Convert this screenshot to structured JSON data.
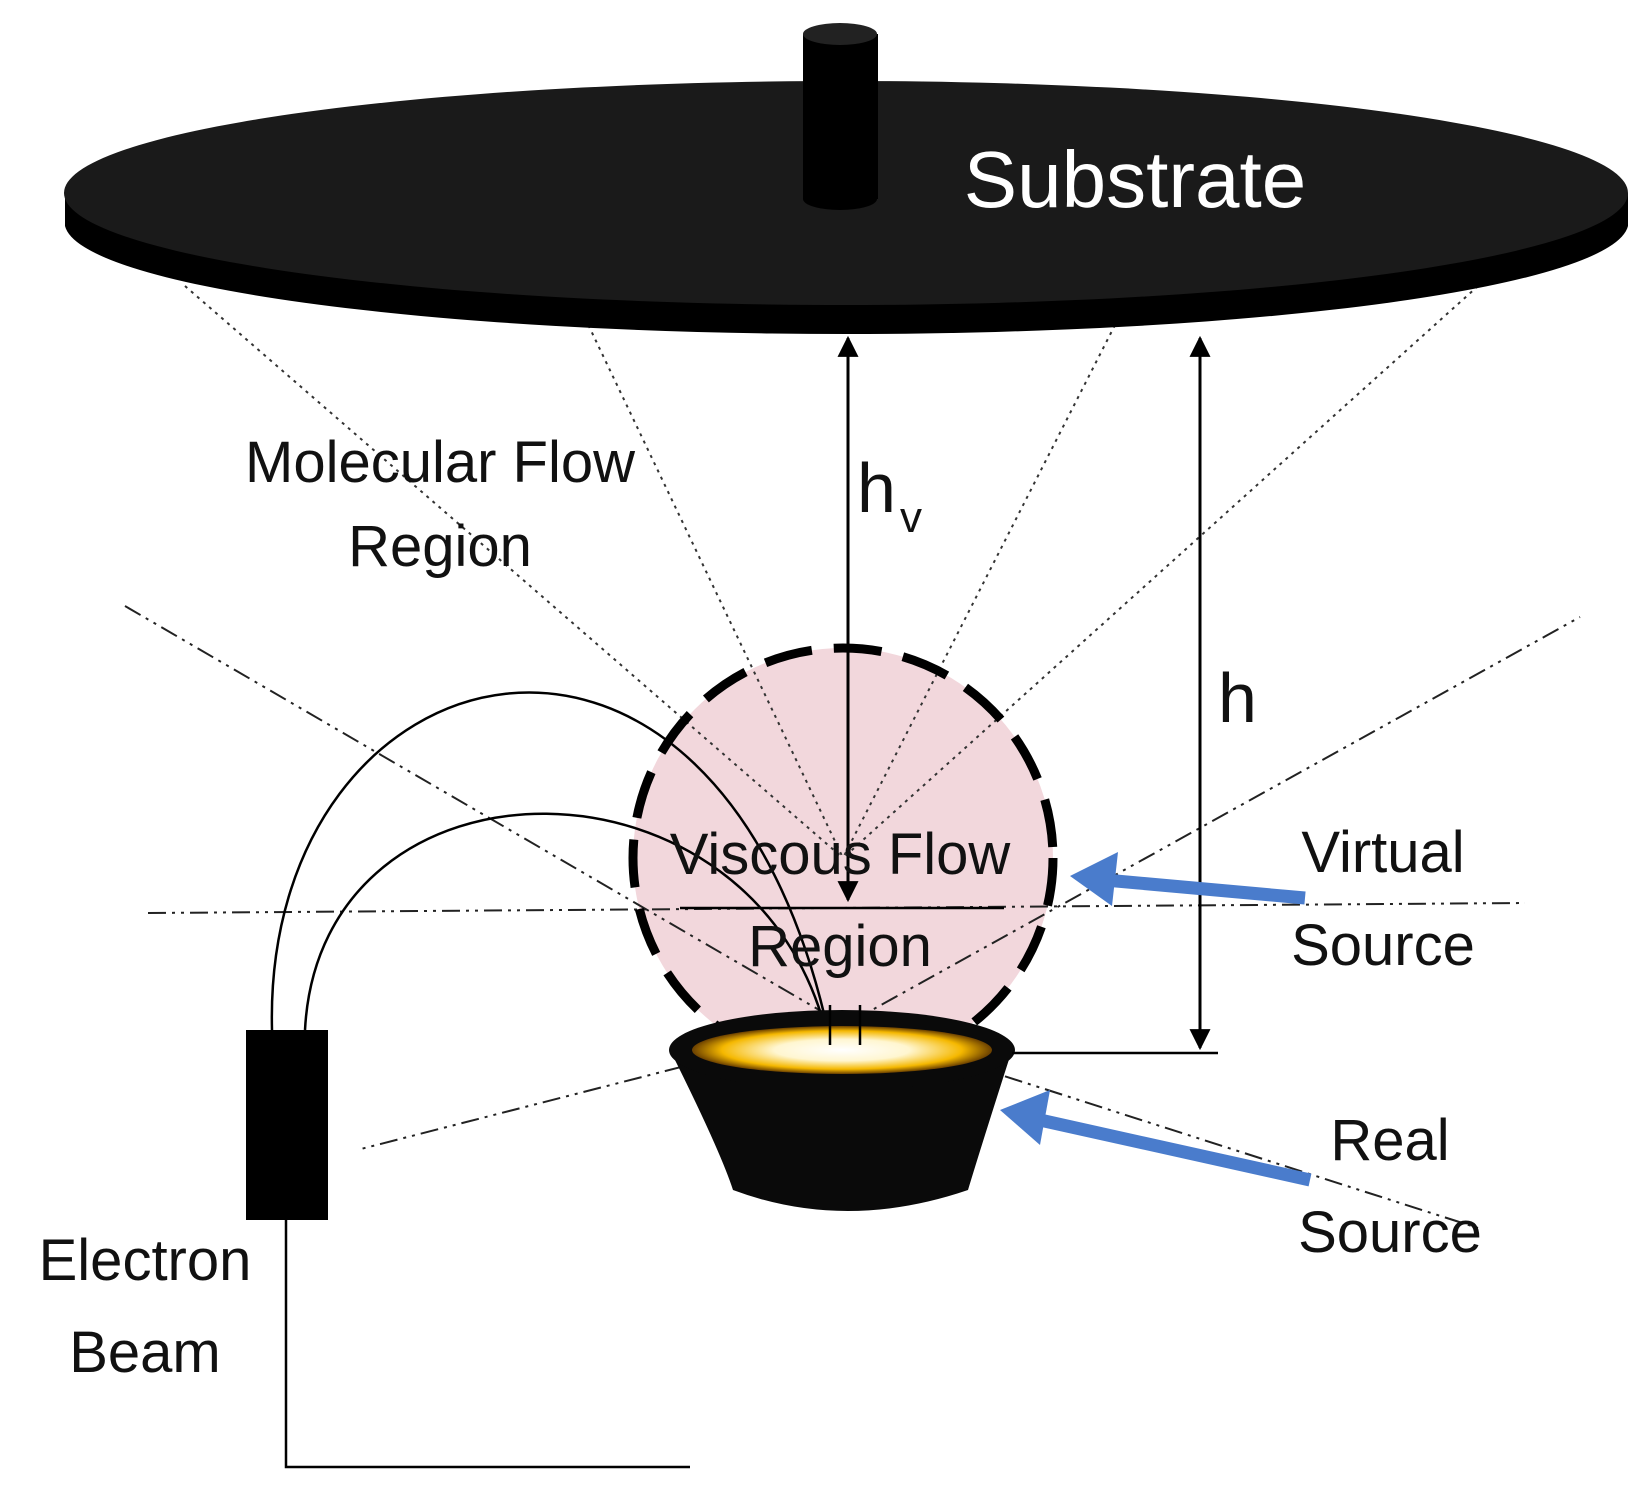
{
  "labels": {
    "substrate": "Substrate",
    "molecular_line1": "Molecular Flow",
    "molecular_line2": "Region",
    "hv_main": "h",
    "hv_sub": "v",
    "h": "h",
    "viscous_line1": "Viscous Flow",
    "viscous_line2": "Region",
    "virtual_line1": "Virtual",
    "virtual_line2": "Source",
    "real_line1": "Real",
    "real_line2": "Source",
    "electron_line1": "Electron",
    "electron_line2": "Beam"
  },
  "colors": {
    "substrate": "#1a1a1a",
    "viscous_region": "#f2d7dc",
    "arrow_blue": "#4a7ccc",
    "crucible": "#0a0a0a",
    "melt": "#f5b800"
  }
}
